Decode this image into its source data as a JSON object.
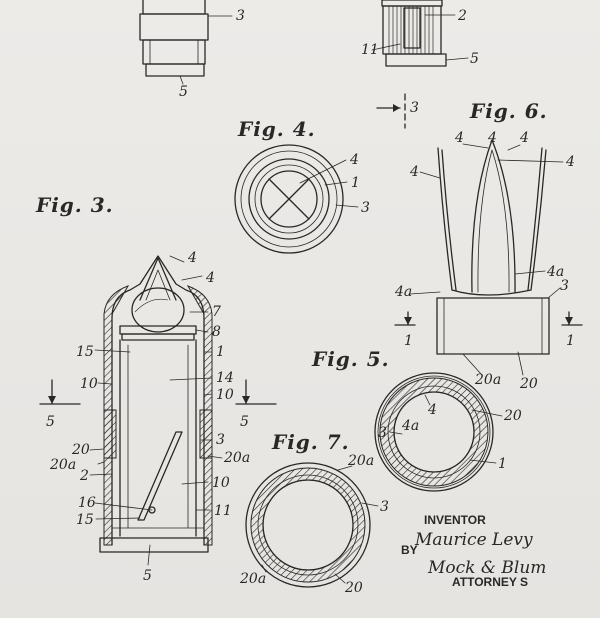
{
  "figures": {
    "fig3": "Fig. 3.",
    "fig4": "Fig. 4.",
    "fig5": "Fig. 5.",
    "fig6": "Fig. 6.",
    "fig7": "Fig. 7."
  },
  "refs": {
    "top_left_3": "3",
    "top_left_5": "5",
    "top_right_2": "2",
    "top_right_11": "11",
    "top_right_5": "5",
    "section_3": "3",
    "f4_4": "4",
    "f4_1": "1",
    "f4_3": "3",
    "f6_4a": "4",
    "f6_4b": "4",
    "f6_4c": "4",
    "f6_4d": "4",
    "f6_4e": "4",
    "f6_4a_right": "4a",
    "f6_4a_left": "4a",
    "f6_3": "3",
    "f6_1_left": "1",
    "f6_1_right": "1",
    "f6_20a": "20a",
    "f6_20": "20",
    "f3_4a": "4",
    "f3_4b": "4",
    "f3_7": "7",
    "f3_8": "8",
    "f3_15a": "15",
    "f3_1": "1",
    "f3_10a": "10",
    "f3_14": "14",
    "f3_10b": "10",
    "f3_5a": "5",
    "f3_5b": "5",
    "f3_20": "20",
    "f3_3": "3",
    "f3_20a_left": "20a",
    "f3_20a_right": "20a",
    "f3_2": "2",
    "f3_10c": "10",
    "f3_16": "16",
    "f3_15b": "15",
    "f3_11": "11",
    "f3_5c": "5",
    "f5_4": "4",
    "f5_4a": "4a",
    "f5_3": "3",
    "f5_20": "20",
    "f5_1": "1",
    "f7_20a_top": "20a",
    "f7_3": "3",
    "f7_20a_bottom": "20a",
    "f7_20": "20"
  },
  "footer": {
    "inventor": "INVENTOR",
    "inventor_name": "Maurice Levy",
    "by": "BY",
    "attorney_name": "Mock & Blum",
    "attorneys": "ATTORNEY S"
  }
}
